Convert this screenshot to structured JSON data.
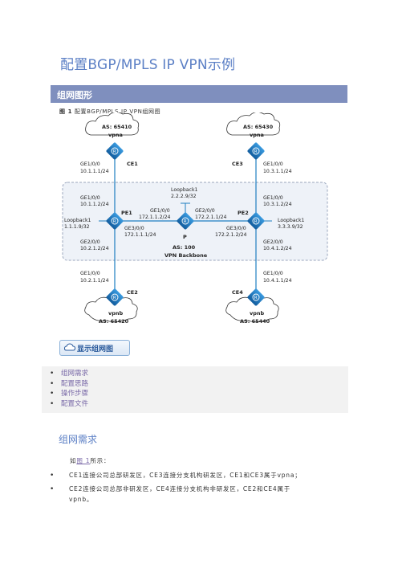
{
  "page": {
    "title": "配置BGP/MPLS IP VPN示例",
    "section_bar": "组网图形",
    "caption_prefix": "图 1",
    "caption_text": " 配置BGP/MPLS IP VPN组网图",
    "show_button": "显示组网图"
  },
  "topology": {
    "ce1": {
      "as": "AS: 65410",
      "vpn": "vpna",
      "name": "CE1",
      "if_label": "GE1/0/0",
      "if_ip": "10.1.1.1/24"
    },
    "ce3": {
      "as": "AS: 65430",
      "vpn": "vpna",
      "name": "CE3",
      "if_label": "GE1/0/0",
      "if_ip": "10.3.1.1/24"
    },
    "ce2": {
      "as": "AS: 65420",
      "vpn": "vpnb",
      "name": "CE2",
      "if_label": "GE1/0/0",
      "if_ip": "10.2.1.1/24"
    },
    "ce4": {
      "as": "AS: 65440",
      "vpn": "vpnb",
      "name": "CE4",
      "if_label": "GE1/0/0",
      "if_ip": "10.4.1.1/24"
    },
    "pe1": {
      "name": "PE1",
      "ge100": "GE1/0/0",
      "ge100_ip": "10.1.1.2/24",
      "lb": "Loopback1",
      "lb_ip": "1.1.1.9/32",
      "ge200": "GE2/0/0",
      "ge200_ip": "10.2.1.2/24",
      "ge300": "GE3/0/0",
      "ge300_ip": "172.1.1.1/24"
    },
    "pe2": {
      "name": "PE2",
      "ge100": "GE1/0/0",
      "ge100_ip": "10.3.1.2/24",
      "lb": "Loopback1",
      "lb_ip": "3.3.3.9/32",
      "ge200": "GE2/0/0",
      "ge200_ip": "10.4.1.2/24",
      "ge300": "GE3/0/0",
      "ge300_ip": "172.2.1.2/24"
    },
    "p": {
      "name": "P",
      "lb": "Loopback1",
      "lb_ip": "2.2.2.9/32",
      "ge100": "GE1/0/0",
      "ge100_ip": "172.1.1.2/24",
      "ge200": "GE2/0/0",
      "ge200_ip": "172.2.1.1/24",
      "as": "AS: 100",
      "backbone": "VPN Backbone"
    }
  },
  "toc": [
    "组网需求",
    "配置思路",
    "操作步骤",
    "配置文件"
  ],
  "section2": {
    "heading": "组网需求",
    "intro_prefix": "如",
    "intro_link": "图 1",
    "intro_suffix": "所示：",
    "bullets": [
      "CE1连接公司总部研发区，CE3连接分支机构研发区，CE1和CE3属于vpna；",
      "CE2连接公司总部非研发区，CE4连接分支机构非研发区，CE2和CE4属于",
      "vpnb。"
    ]
  },
  "colors": {
    "accent": "#5b7fc5",
    "bar": "#7f8fbe",
    "router": "#1f7fc1",
    "link": "#7a6aa8"
  }
}
